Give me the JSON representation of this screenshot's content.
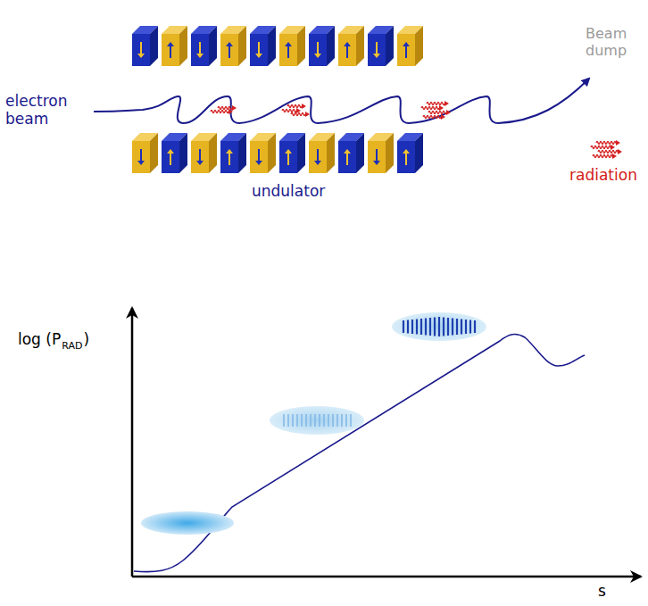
{
  "diagram": {
    "labels": [
      "electron beam",
      "Beam dump",
      "radiation",
      "undulator",
      "log (P",
      "RAD",
      ")",
      "s"
    ]
  }
}
